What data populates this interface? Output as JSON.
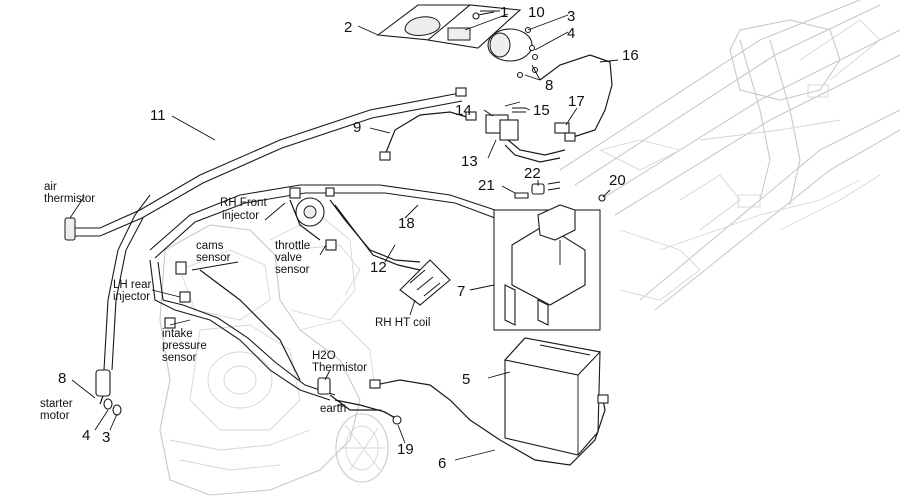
{
  "callouts": [
    "1",
    "2",
    "3",
    "4",
    "5",
    "6",
    "7",
    "8",
    "9",
    "10",
    "11",
    "12",
    "13",
    "14",
    "15",
    "16",
    "17",
    "18",
    "19",
    "20",
    "21",
    "22",
    "8",
    "4",
    "3"
  ],
  "labels": {
    "air_thermistor": [
      "air",
      "thermistor"
    ],
    "rh_front_injector": [
      "RH Front",
      "injector"
    ],
    "cams_sensor": [
      "cams",
      "sensor"
    ],
    "throttle_valve_sensor": [
      "throttle",
      "valve",
      "sensor"
    ],
    "lh_rear_injector": [
      "LH rear",
      "injector"
    ],
    "intake_pressure_sensor": [
      "intake",
      "pressure",
      "sensor"
    ],
    "rh_ht_coil": "RH HT coil",
    "h2o_thermistor": [
      "H2O",
      "Thermistor"
    ],
    "earth": "earth",
    "starter_motor": [
      "starter",
      "motor"
    ]
  }
}
